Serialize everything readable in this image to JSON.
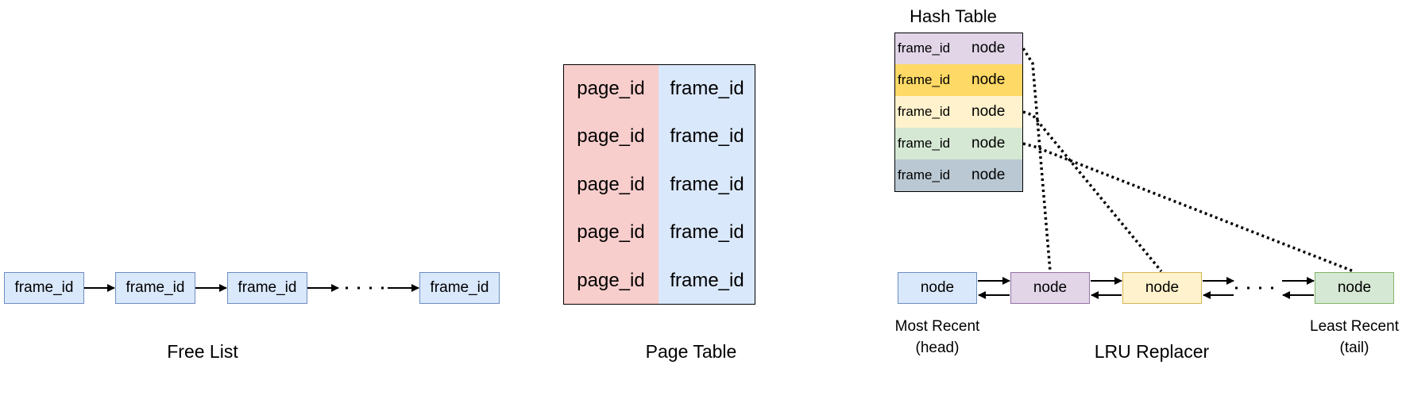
{
  "free_list": {
    "title": "Free List",
    "nodes": [
      "frame_id",
      "frame_id",
      "frame_id",
      "frame_id"
    ]
  },
  "page_table": {
    "title": "Page Table",
    "rows": [
      {
        "key": "page_id",
        "value": "frame_id"
      },
      {
        "key": "page_id",
        "value": "frame_id"
      },
      {
        "key": "page_id",
        "value": "frame_id"
      },
      {
        "key": "page_id",
        "value": "frame_id"
      },
      {
        "key": "page_id",
        "value": "frame_id"
      }
    ]
  },
  "hash_table": {
    "title": "Hash Table",
    "rows": [
      {
        "key": "frame_id",
        "value": "node",
        "color": "#e1d5e7"
      },
      {
        "key": "frame_id",
        "value": "node",
        "color": "#ffd966"
      },
      {
        "key": "frame_id",
        "value": "node",
        "color": "#fff2cc"
      },
      {
        "key": "frame_id",
        "value": "node",
        "color": "#d5e8d4"
      },
      {
        "key": "frame_id",
        "value": "node",
        "color": "#bac8d3"
      }
    ]
  },
  "lru_replacer": {
    "title": "LRU Replacer",
    "nodes": [
      {
        "label": "node",
        "fill": "#dae8fc",
        "border": "#6c8ebf"
      },
      {
        "label": "node",
        "fill": "#e1d5e7",
        "border": "#9673a6"
      },
      {
        "label": "node",
        "fill": "#fff2cc",
        "border": "#d6b656"
      },
      {
        "label": "node",
        "fill": "#d5e8d4",
        "border": "#82b366"
      }
    ],
    "head_label_line1": "Most Recent",
    "head_label_line2": "(head)",
    "tail_label_line1": "Least Recent",
    "tail_label_line2": "(tail)"
  },
  "colors": {
    "free_node_fill": "#dae8fc",
    "free_node_border": "#6c8ebf",
    "page_id_column": "#f8cecc",
    "frame_id_column": "#dae8fc"
  }
}
